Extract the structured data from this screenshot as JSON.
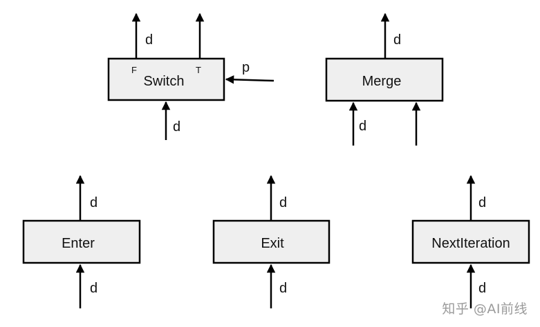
{
  "nodes": {
    "switch": {
      "label": "Switch",
      "port_false": "F",
      "port_true": "T"
    },
    "merge": {
      "label": "Merge"
    },
    "enter": {
      "label": "Enter"
    },
    "exit": {
      "label": "Exit"
    },
    "next_iteration": {
      "label": "NextIteration"
    }
  },
  "edges": {
    "switch_out_false": "d",
    "switch_in_data": "d",
    "switch_in_pred": "p",
    "merge_out": "d",
    "merge_in_1": "d",
    "enter_out": "d",
    "enter_in": "d",
    "exit_out": "d",
    "exit_in": "d",
    "next_iteration_out": "d",
    "next_iteration_in": "d"
  },
  "colors": {
    "box_fill": "#efefef",
    "stroke": "#000000",
    "watermark": "#9a9a9a"
  },
  "watermark": "知乎 @AI前线"
}
